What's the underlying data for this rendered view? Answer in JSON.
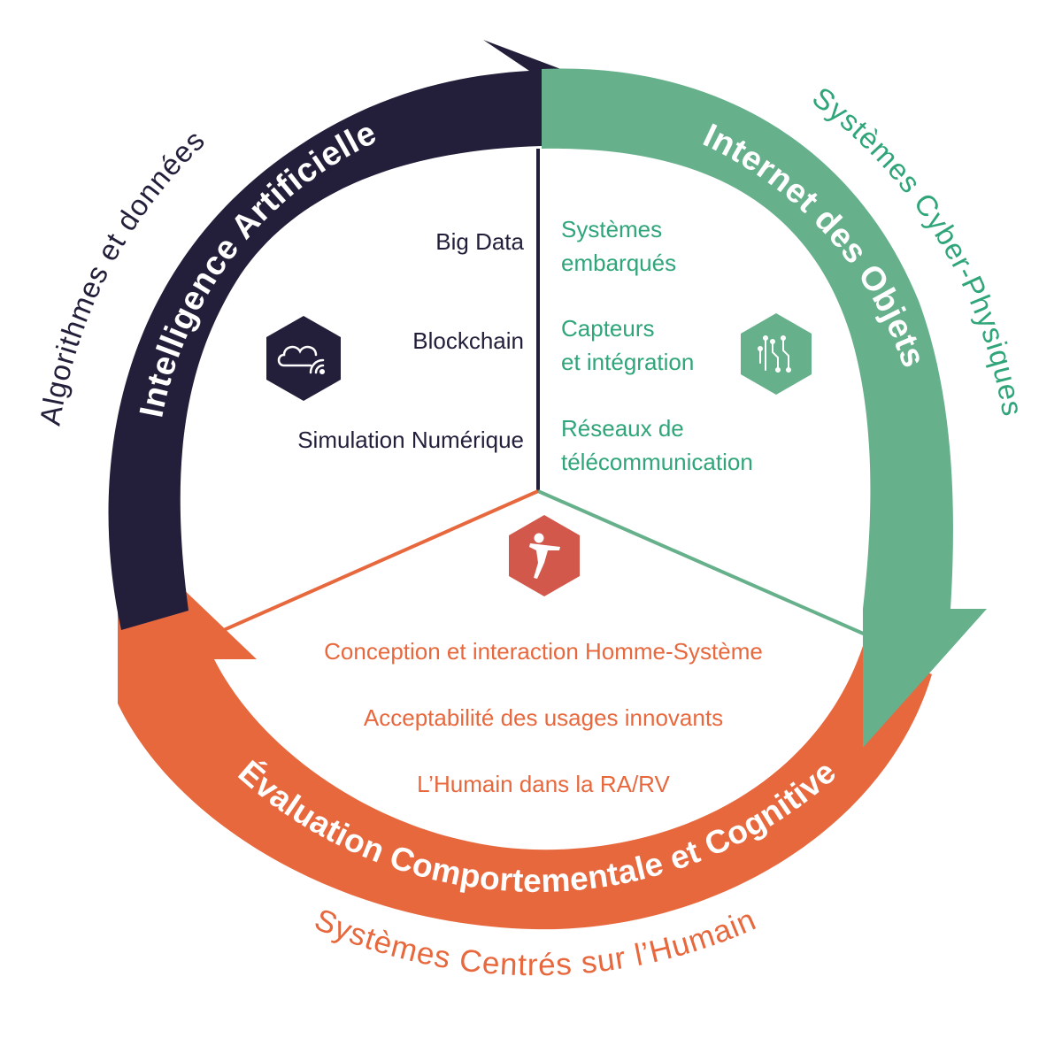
{
  "colors": {
    "navy": "#231e3a",
    "green": "#66b08b",
    "green_text": "#2fa579",
    "orange": "#e8683e",
    "orange_text": "#e8683e",
    "white": "#ffffff"
  },
  "segments": {
    "ai": {
      "band_label": "Intelligence Artificielle",
      "outer_label": "Algorithmes et données",
      "icon": "cloud-wifi-icon",
      "items": [
        "Big Data",
        "Blockchain",
        "Simulation Numérique"
      ]
    },
    "iot": {
      "band_label": "Internet des Objets",
      "outer_label": "Systèmes Cyber-Physiques",
      "icon": "circuit-icon",
      "items": [
        [
          "Systèmes",
          "embarqués"
        ],
        [
          "Capteurs",
          "et intégration"
        ],
        [
          "Réseaux de",
          "télécommunication"
        ]
      ]
    },
    "human": {
      "band_label": "Évaluation Comportementale et Cognitive",
      "outer_label": "Systèmes Centrés sur l’Humain",
      "icon": "human-figure-icon",
      "items": [
        "Conception et interaction Homme-Système",
        "Acceptabilité des usages innovants",
        "L’Humain dans la RA/RV"
      ]
    }
  }
}
